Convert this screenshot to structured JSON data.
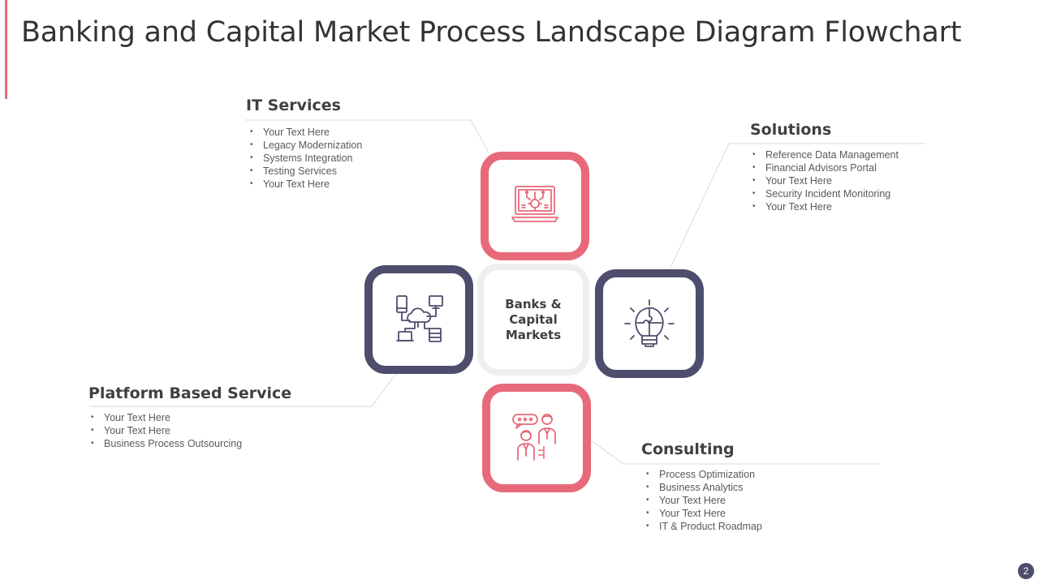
{
  "page": {
    "title": "Banking and Capital Market Process Landscape Diagram Flowchart",
    "page_number": "2"
  },
  "center": {
    "label": "Banks & Capital Markets"
  },
  "sections": {
    "it_services": {
      "heading": "IT Services",
      "items": [
        "Your Text Here",
        "Legacy Modernization",
        "Systems Integration",
        "Testing Services",
        "Your Text Here"
      ],
      "icon": "laptop-gear-icon"
    },
    "solutions": {
      "heading": "Solutions",
      "items": [
        "Reference  Data Management",
        "Financial Advisors Portal",
        "Your Text Here",
        "Security Incident Monitoring",
        "Your Text Here"
      ],
      "icon": "lightbulb-puzzle-icon"
    },
    "platform": {
      "heading": "Platform Based Service",
      "items": [
        "Your Text Here",
        "Your Text Here",
        "Business Process Outsourcing"
      ],
      "icon": "cloud-network-icon"
    },
    "consulting": {
      "heading": "Consulting",
      "items": [
        "Process Optimization",
        "Business Analytics",
        "Your Text Here",
        "Your Text Here",
        "IT & Product Roadmap"
      ],
      "icon": "consultants-chat-icon"
    }
  },
  "colors": {
    "accent": "#e8697a",
    "navy": "#4d4d6d",
    "center_border": "#eeeeee",
    "text": "#404040"
  }
}
